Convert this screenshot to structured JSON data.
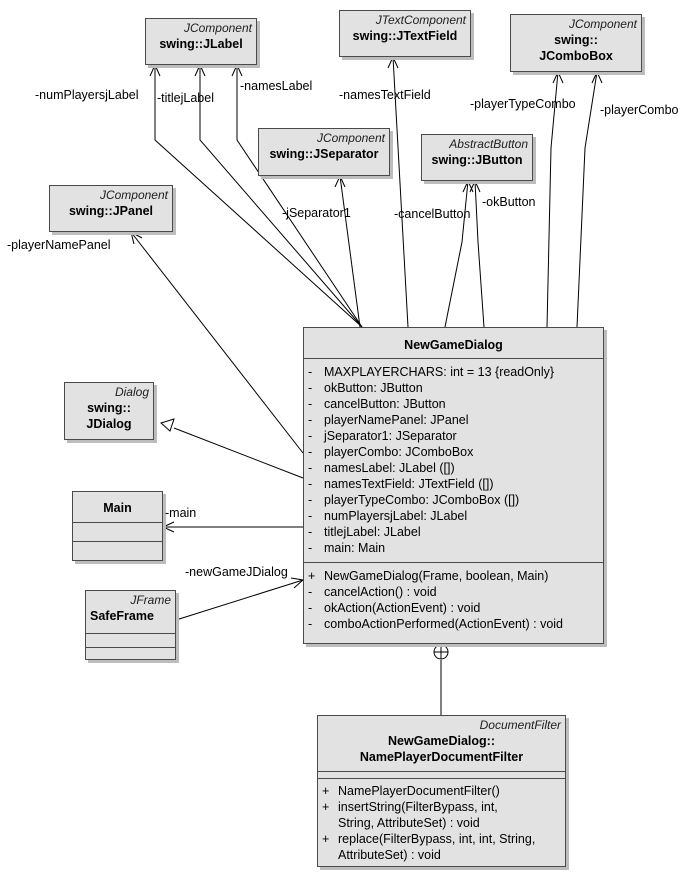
{
  "classes": {
    "jlabel": {
      "stereo": "JComponent",
      "name": "swing::JLabel"
    },
    "jtextfield": {
      "stereo": "JTextComponent",
      "name": "swing::JTextField"
    },
    "jcombobox": {
      "stereo": "JComponent",
      "name1": "swing::",
      "name2": "JComboBox"
    },
    "jseparator": {
      "stereo": "JComponent",
      "name": "swing::JSeparator"
    },
    "jbutton": {
      "stereo": "AbstractButton",
      "name": "swing::JButton"
    },
    "jpanel": {
      "stereo": "JComponent",
      "name": "swing::JPanel"
    },
    "jdialog": {
      "stereo": "Dialog",
      "name1": "swing::",
      "name2": "JDialog"
    },
    "main": {
      "name": "Main"
    },
    "safeframe": {
      "stereo": "JFrame",
      "name": "SafeFrame"
    },
    "newgamedialog": {
      "name": "NewGameDialog",
      "attributes": [
        {
          "vis": "-",
          "text": "MAXPLAYERCHARS:  int = 13 {readOnly}"
        },
        {
          "vis": "-",
          "text": "okButton:  JButton"
        },
        {
          "vis": "-",
          "text": "cancelButton:  JButton"
        },
        {
          "vis": "-",
          "text": "playerNamePanel:  JPanel"
        },
        {
          "vis": "-",
          "text": "jSeparator1:  JSeparator"
        },
        {
          "vis": "-",
          "text": "playerCombo:  JComboBox"
        },
        {
          "vis": "-",
          "text": "namesLabel:  JLabel ([])"
        },
        {
          "vis": "-",
          "text": "namesTextField:  JTextField ([])"
        },
        {
          "vis": "-",
          "text": "playerTypeCombo:  JComboBox ([])"
        },
        {
          "vis": "-",
          "text": "numPlayersjLabel:  JLabel"
        },
        {
          "vis": "-",
          "text": "titlejLabel:  JLabel"
        },
        {
          "vis": "-",
          "text": "main:  Main"
        }
      ],
      "operations": [
        {
          "vis": "+",
          "text": "NewGameDialog(Frame, boolean, Main)"
        },
        {
          "vis": "-",
          "text": "cancelAction() : void"
        },
        {
          "vis": "-",
          "text": "okAction(ActionEvent) : void"
        },
        {
          "vis": "-",
          "text": "comboActionPerformed(ActionEvent) : void"
        }
      ]
    },
    "filter": {
      "stereo": "DocumentFilter",
      "name1": "NewGameDialog::",
      "name2": "NamePlayerDocumentFilter",
      "operations": [
        {
          "vis": "+",
          "text": "NamePlayerDocumentFilter()"
        },
        {
          "vis": "+",
          "text": "insertString(FilterBypass, int,"
        },
        {
          "vis": "",
          "text": "String, AttributeSet) : void"
        },
        {
          "vis": "+",
          "text": "replace(FilterBypass, int, int, String,"
        },
        {
          "vis": "",
          "text": "AttributeSet) : void"
        }
      ]
    }
  },
  "labels": {
    "numPlayers": "-numPlayersjLabel",
    "title": "-titlejLabel",
    "names": "-namesLabel",
    "namesTextField": "-namesTextField",
    "playerTypeCombo": "-playerTypeCombo",
    "playerCombo": "-playerCombo",
    "jSeparator1": "-jSeparator1",
    "cancelButton": "-cancelButton",
    "okButton": "-okButton",
    "playerNamePanel": "-playerNamePanel",
    "main": "-main",
    "newGameJDialog": "-newGameJDialog"
  }
}
